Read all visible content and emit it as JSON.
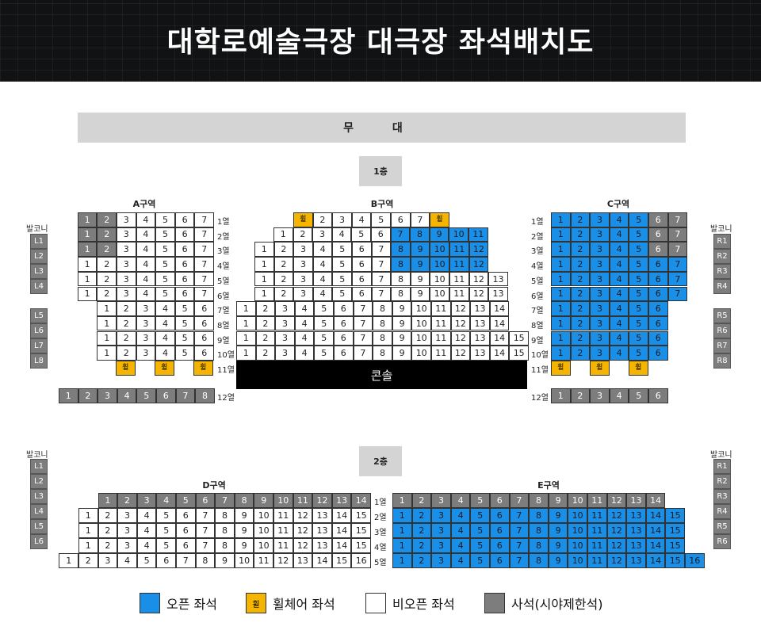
{
  "title": "대학로예술극장 대극장 좌석배치도",
  "stage_label": "무 대",
  "console_label": "콘솔",
  "floor1_label": "1층",
  "floor2_label": "2층",
  "balcony_label": "발코니",
  "wheel_label": "휠",
  "zones": {
    "A": "A구역",
    "B": "B구역",
    "C": "C구역",
    "D": "D구역",
    "E": "E구역"
  },
  "balcony": {
    "floor1_left": [
      "L1",
      "L2",
      "L3",
      "L4",
      "L5",
      "L6",
      "L7",
      "L8"
    ],
    "floor1_right": [
      "R1",
      "R2",
      "R3",
      "R4",
      "R5",
      "R6",
      "R7",
      "R8"
    ],
    "floor2_left": [
      "L1",
      "L2",
      "L3",
      "L4",
      "L5",
      "L6"
    ],
    "floor2_right": [
      "R1",
      "R2",
      "R3",
      "R4",
      "R5",
      "R6"
    ]
  },
  "legend": [
    {
      "label": "오픈 좌석",
      "status": "open"
    },
    {
      "label": "휠체어 좌석",
      "status": "wheel"
    },
    {
      "label": "비오픈 좌석",
      "status": "closed"
    },
    {
      "label": "사석(시야제한석)",
      "status": "limited"
    }
  ],
  "colors": {
    "open": "#1a8fe8",
    "wheel": "#f5b400",
    "closed": "#ffffff",
    "limited": "#7d7d7d",
    "banner": "#101214",
    "stage": "#d4d4d4",
    "console": "#000000"
  },
  "sections": {
    "A": [
      {
        "row": "1열",
        "seats": [
          "L",
          "L",
          "C",
          "C",
          "C",
          "C",
          "C"
        ]
      },
      {
        "row": "2열",
        "seats": [
          "L",
          "L",
          "C",
          "C",
          "C",
          "C",
          "C"
        ]
      },
      {
        "row": "3열",
        "seats": [
          "L",
          "L",
          "C",
          "C",
          "C",
          "C",
          "C"
        ]
      },
      {
        "row": "4열",
        "seats": [
          "C",
          "C",
          "C",
          "C",
          "C",
          "C",
          "C"
        ]
      },
      {
        "row": "5열",
        "seats": [
          "C",
          "C",
          "C",
          "C",
          "C",
          "C",
          "C"
        ]
      },
      {
        "row": "6열",
        "seats": [
          "C",
          "C",
          "C",
          "C",
          "C",
          "C",
          "C"
        ]
      },
      {
        "row": "7열",
        "seats": [
          "C",
          "C",
          "C",
          "C",
          "C",
          "C"
        ]
      },
      {
        "row": "8열",
        "seats": [
          "C",
          "C",
          "C",
          "C",
          "C",
          "C"
        ]
      },
      {
        "row": "9열",
        "seats": [
          "C",
          "C",
          "C",
          "C",
          "C",
          "C"
        ]
      },
      {
        "row": "10열",
        "seats": [
          "C",
          "C",
          "C",
          "C",
          "C",
          "C"
        ]
      },
      {
        "row": "11열",
        "seats": [
          "W",
          "W",
          "W"
        ]
      },
      {
        "row": "12열",
        "seats": [
          "L",
          "L",
          "L",
          "L",
          "L",
          "L",
          "L",
          "L"
        ]
      }
    ],
    "B": [
      {
        "row": "1열",
        "seats": [
          "W",
          "C",
          "C",
          "C",
          "C",
          "C",
          "C",
          "W"
        ]
      },
      {
        "row": "2열",
        "seats": [
          "C",
          "C",
          "C",
          "C",
          "C",
          "C",
          "O",
          "O",
          "O",
          "O",
          "O"
        ]
      },
      {
        "row": "3열",
        "seats": [
          "C",
          "C",
          "C",
          "C",
          "C",
          "C",
          "C",
          "O",
          "O",
          "O",
          "O",
          "O"
        ]
      },
      {
        "row": "4열",
        "seats": [
          "C",
          "C",
          "C",
          "C",
          "C",
          "C",
          "C",
          "O",
          "O",
          "O",
          "O",
          "O"
        ]
      },
      {
        "row": "5열",
        "seats": [
          "C",
          "C",
          "C",
          "C",
          "C",
          "C",
          "C",
          "C",
          "C",
          "C",
          "C",
          "C",
          "C"
        ]
      },
      {
        "row": "6열",
        "seats": [
          "C",
          "C",
          "C",
          "C",
          "C",
          "C",
          "C",
          "C",
          "C",
          "C",
          "C",
          "C",
          "C"
        ]
      },
      {
        "row": "7열",
        "seats": [
          "C",
          "C",
          "C",
          "C",
          "C",
          "C",
          "C",
          "C",
          "C",
          "C",
          "C",
          "C",
          "C",
          "C"
        ]
      },
      {
        "row": "8열",
        "seats": [
          "C",
          "C",
          "C",
          "C",
          "C",
          "C",
          "C",
          "C",
          "C",
          "C",
          "C",
          "C",
          "C",
          "C"
        ]
      },
      {
        "row": "9열",
        "seats": [
          "C",
          "C",
          "C",
          "C",
          "C",
          "C",
          "C",
          "C",
          "C",
          "C",
          "C",
          "C",
          "C",
          "C",
          "C"
        ]
      },
      {
        "row": "10열",
        "seats": [
          "C",
          "C",
          "C",
          "C",
          "C",
          "C",
          "C",
          "C",
          "C",
          "C",
          "C",
          "C",
          "C",
          "C",
          "C"
        ]
      }
    ],
    "C": [
      {
        "row": "1열",
        "seats": [
          "O",
          "O",
          "O",
          "O",
          "O",
          "L",
          "L"
        ]
      },
      {
        "row": "2열",
        "seats": [
          "O",
          "O",
          "O",
          "O",
          "O",
          "L",
          "L"
        ]
      },
      {
        "row": "3열",
        "seats": [
          "O",
          "O",
          "O",
          "O",
          "O",
          "L",
          "L"
        ]
      },
      {
        "row": "4열",
        "seats": [
          "O",
          "O",
          "O",
          "O",
          "O",
          "O",
          "O"
        ]
      },
      {
        "row": "5열",
        "seats": [
          "O",
          "O",
          "O",
          "O",
          "O",
          "O",
          "O"
        ]
      },
      {
        "row": "6열",
        "seats": [
          "O",
          "O",
          "O",
          "O",
          "O",
          "O",
          "O"
        ]
      },
      {
        "row": "7열",
        "seats": [
          "O",
          "O",
          "O",
          "O",
          "O",
          "O"
        ]
      },
      {
        "row": "8열",
        "seats": [
          "O",
          "O",
          "O",
          "O",
          "O",
          "O"
        ]
      },
      {
        "row": "9열",
        "seats": [
          "O",
          "O",
          "O",
          "O",
          "O",
          "O"
        ]
      },
      {
        "row": "10열",
        "seats": [
          "O",
          "O",
          "O",
          "O",
          "O",
          "O"
        ]
      },
      {
        "row": "11열",
        "seats": [
          "W",
          "W",
          "W"
        ]
      },
      {
        "row": "12열",
        "seats": [
          "L",
          "L",
          "L",
          "L",
          "L",
          "L"
        ]
      }
    ],
    "D": [
      {
        "row": "1열",
        "seats": [
          "L",
          "L",
          "L",
          "L",
          "L",
          "L",
          "L",
          "L",
          "L",
          "L",
          "L",
          "L",
          "L",
          "L"
        ]
      },
      {
        "row": "2열",
        "seats": [
          "C",
          "C",
          "C",
          "C",
          "C",
          "C",
          "C",
          "C",
          "C",
          "C",
          "C",
          "C",
          "C",
          "C",
          "C"
        ]
      },
      {
        "row": "3열",
        "seats": [
          "C",
          "C",
          "C",
          "C",
          "C",
          "C",
          "C",
          "C",
          "C",
          "C",
          "C",
          "C",
          "C",
          "C",
          "C"
        ]
      },
      {
        "row": "4열",
        "seats": [
          "C",
          "C",
          "C",
          "C",
          "C",
          "C",
          "C",
          "C",
          "C",
          "C",
          "C",
          "C",
          "C",
          "C",
          "C"
        ]
      },
      {
        "row": "5열",
        "seats": [
          "C",
          "C",
          "C",
          "C",
          "C",
          "C",
          "C",
          "C",
          "C",
          "C",
          "C",
          "C",
          "C",
          "C",
          "C",
          "C"
        ]
      }
    ],
    "E": [
      {
        "row": "1열",
        "seats": [
          "L",
          "L",
          "L",
          "L",
          "L",
          "L",
          "L",
          "L",
          "L",
          "L",
          "L",
          "L",
          "L",
          "L"
        ]
      },
      {
        "row": "2열",
        "seats": [
          "O",
          "O",
          "O",
          "O",
          "O",
          "O",
          "O",
          "O",
          "O",
          "O",
          "O",
          "O",
          "O",
          "O",
          "O"
        ]
      },
      {
        "row": "3열",
        "seats": [
          "O",
          "O",
          "O",
          "O",
          "O",
          "O",
          "O",
          "O",
          "O",
          "O",
          "O",
          "O",
          "O",
          "O",
          "O"
        ]
      },
      {
        "row": "4열",
        "seats": [
          "O",
          "O",
          "O",
          "O",
          "O",
          "O",
          "O",
          "O",
          "O",
          "O",
          "O",
          "O",
          "O",
          "O",
          "O"
        ]
      },
      {
        "row": "5열",
        "seats": [
          "O",
          "O",
          "O",
          "O",
          "O",
          "O",
          "O",
          "O",
          "O",
          "O",
          "O",
          "O",
          "O",
          "O",
          "O",
          "O"
        ]
      }
    ]
  }
}
